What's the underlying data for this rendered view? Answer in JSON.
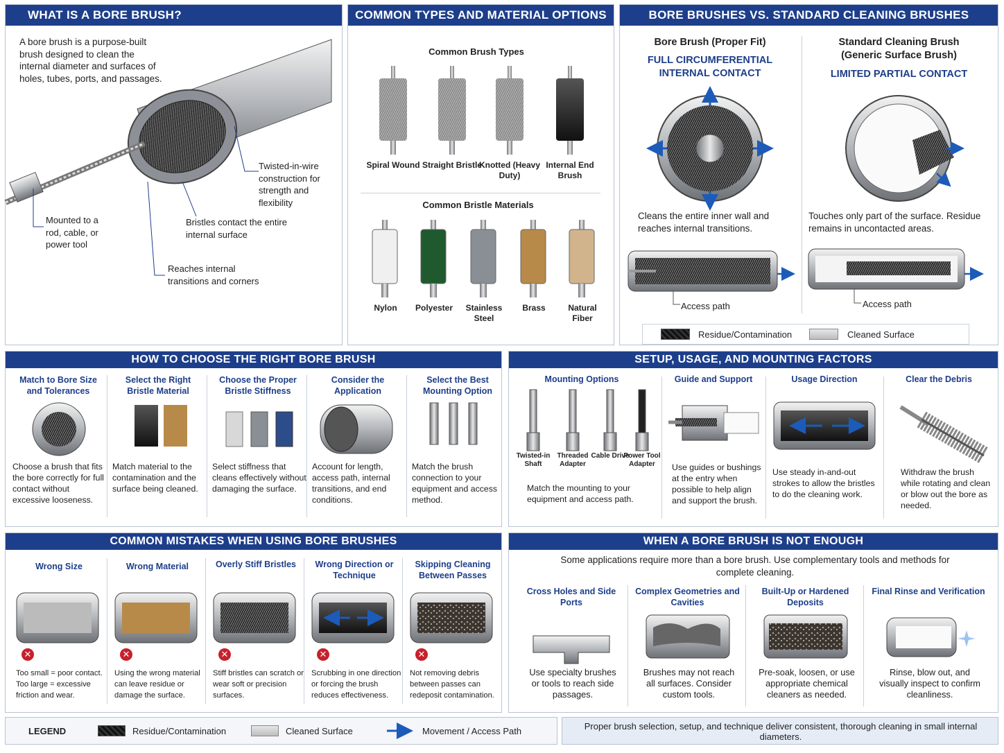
{
  "what": {
    "title": "WHAT IS A BORE BRUSH?",
    "intro": "A bore brush is a purpose-built brush designed to clean the internal diameter and surfaces of holes, tubes, ports, and passages.",
    "callout_twisted": "Twisted-in-wire construction for strength and flexibility",
    "callout_mounted": "Mounted to a rod, cable, or power tool",
    "callout_bristles": "Bristles contact the entire internal surface",
    "callout_reaches": "Reaches internal transitions and corners"
  },
  "types": {
    "title": "COMMON TYPES AND MATERIAL OPTIONS",
    "brush_types_title": "Common Brush Types",
    "brush_types": [
      "Spiral Wound",
      "Straight Bristle",
      "Knotted (Heavy Duty)",
      "Internal End Brush"
    ],
    "materials_title": "Common Bristle Materials",
    "materials": [
      "Nylon",
      "Polyester",
      "Stainless Steel",
      "Brass",
      "Natural Fiber"
    ],
    "material_colors": [
      "#f0f0f0",
      "#1f5a2e",
      "#8a8f96",
      "#b88a4a",
      "#d2b48c"
    ]
  },
  "versus": {
    "title": "BORE BRUSHES VS. STANDARD CLEANING BRUSHES",
    "left_heading": "Bore Brush (Proper Fit)",
    "left_sub": "FULL CIRCUMFERENTIAL INTERNAL CONTACT",
    "left_desc": "Cleans the entire inner wall and reaches internal transitions.",
    "left_path": "Access path",
    "right_heading": "Standard Cleaning Brush (Generic Surface Brush)",
    "right_sub": "LIMITED PARTIAL CONTACT",
    "right_desc": "Touches only part of the surface. Residue remains in uncontacted areas.",
    "right_path": "Access path",
    "legend_residue": "Residue/Contamination",
    "legend_cleaned": "Cleaned Surface"
  },
  "choose": {
    "title": "HOW TO CHOOSE THE RIGHT BORE BRUSH",
    "items": [
      {
        "title": "Match to Bore Size and Tolerances",
        "text": "Choose a brush that fits the bore correctly for full contact without excessive looseness."
      },
      {
        "title": "Select the Right Bristle Material",
        "text": "Match material to the contamination and the surface being cleaned."
      },
      {
        "title": "Choose the Proper Bristle Stiffness",
        "text": "Select stiffness that cleans effectively without damaging the surface."
      },
      {
        "title": "Consider the Application",
        "text": "Account for length, access path, internal transitions, and end conditions."
      },
      {
        "title": "Select the Best Mounting Option",
        "text": "Match the brush connection to your equipment and access method."
      }
    ]
  },
  "setup": {
    "title": "SETUP, USAGE, AND MOUNTING FACTORS",
    "mounting_title": "Mounting Options",
    "mounting_items": [
      "Twisted-in Shaft",
      "Threaded Adapter",
      "Cable Drive",
      "Power Tool Adapter"
    ],
    "mounting_text": "Match the mounting to your equipment and access path.",
    "guide_title": "Guide and Support",
    "guide_text": "Use guides or bushings at the entry when possible to help align and support the brush.",
    "usage_title": "Usage Direction",
    "usage_text": "Use steady in-and-out strokes to allow the bristles to do the cleaning work.",
    "debris_title": "Clear the Debris",
    "debris_text": "Withdraw the brush while rotating and clean or blow out the bore as needed."
  },
  "mistakes": {
    "title": "COMMON MISTAKES WHEN USING BORE BRUSHES",
    "items": [
      {
        "title": "Wrong Size",
        "text": "Too small = poor contact. Too large = excessive friction and wear."
      },
      {
        "title": "Wrong Material",
        "text": "Using the wrong material can leave residue or damage the surface."
      },
      {
        "title": "Overly Stiff Bristles",
        "text": "Stiff bristles can scratch or wear soft or precision surfaces."
      },
      {
        "title": "Wrong Direction or Technique",
        "text": "Scrubbing in one direction or forcing the brush reduces effectiveness."
      },
      {
        "title": "Skipping Cleaning Between Passes",
        "text": "Not removing debris between passes can redeposit contamination."
      }
    ]
  },
  "notenough": {
    "title": "WHEN A BORE BRUSH IS NOT ENOUGH",
    "intro": "Some applications require more than a bore brush. Use complementary tools and methods for complete cleaning.",
    "items": [
      {
        "title": "Cross Holes and Side Ports",
        "text": "Use specialty brushes or tools to reach side passages."
      },
      {
        "title": "Complex Geometries and Cavities",
        "text": "Brushes may not reach all surfaces. Consider custom tools."
      },
      {
        "title": "Built-Up or Hardened Deposits",
        "text": "Pre-soak, loosen, or use appropriate chemical cleaners as needed."
      },
      {
        "title": "Final Rinse and Verification",
        "text": "Rinse, blow out, and visually inspect to confirm cleanliness."
      }
    ]
  },
  "legend": {
    "title": "LEGEND",
    "residue": "Residue/Contamination",
    "cleaned": "Cleaned Surface",
    "movement": "Movement / Access Path"
  },
  "footer": {
    "text": "Proper brush selection, setup, and technique deliver consistent, thorough cleaning in small internal diameters."
  },
  "colors": {
    "header_blue": "#1d3e8a",
    "accent_blue": "#1d5bb8",
    "error_red": "#c8202b"
  }
}
